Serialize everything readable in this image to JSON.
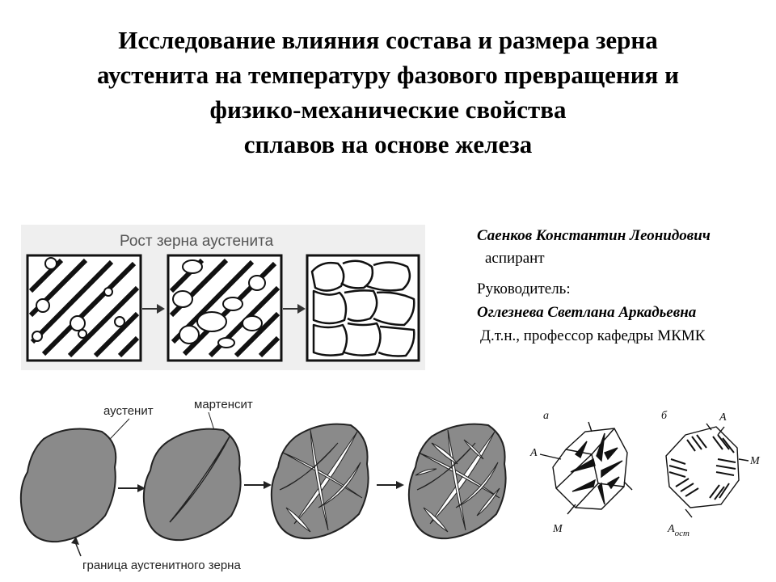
{
  "title": {
    "line1": "Исследование влияния состава и размера зерна",
    "line2": "аустенита  на температуру фазового превращения и",
    "line3": "физико-механические свойства",
    "line4": "сплавов на основе железа"
  },
  "author": {
    "name": "Саенков Константин Леонидович",
    "role": "аспирант"
  },
  "supervisor": {
    "label": "Руководитель:",
    "name": "Оглезнева Светлана Аркадьевна",
    "role": "Д.т.н., профессор кафедры МКМК"
  },
  "grain_growth_figure": {
    "title": "Рост зерна аустенита"
  },
  "martensite_figure": {
    "label_austenite": "аустенит",
    "label_martensite": "мартенсит",
    "label_boundary": "граница аустенитного зерна"
  },
  "crystal_figure": {
    "label_a": "а",
    "label_b": "б",
    "label_A_left": "А",
    "label_M_left": "М",
    "label_A_right": "А",
    "label_M_right": "М",
    "label_Aost_A": "А",
    "label_Aost_sub": "ост"
  }
}
